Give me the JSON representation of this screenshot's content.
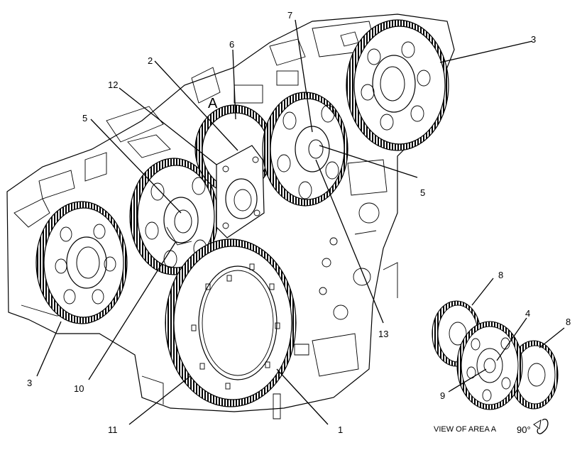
{
  "callouts": {
    "c1": "1",
    "c2": "2",
    "c3a": "3",
    "c3b": "3",
    "c4": "4",
    "c5a": "5",
    "c5b": "5",
    "c6": "6",
    "c7": "7",
    "c8a": "8",
    "c8b": "8",
    "c9": "9",
    "c10": "10",
    "c11": "11",
    "c12": "12",
    "c13": "13"
  },
  "area_marker": "A",
  "view_caption": "VIEW OF AREA A",
  "rotation": "90°"
}
